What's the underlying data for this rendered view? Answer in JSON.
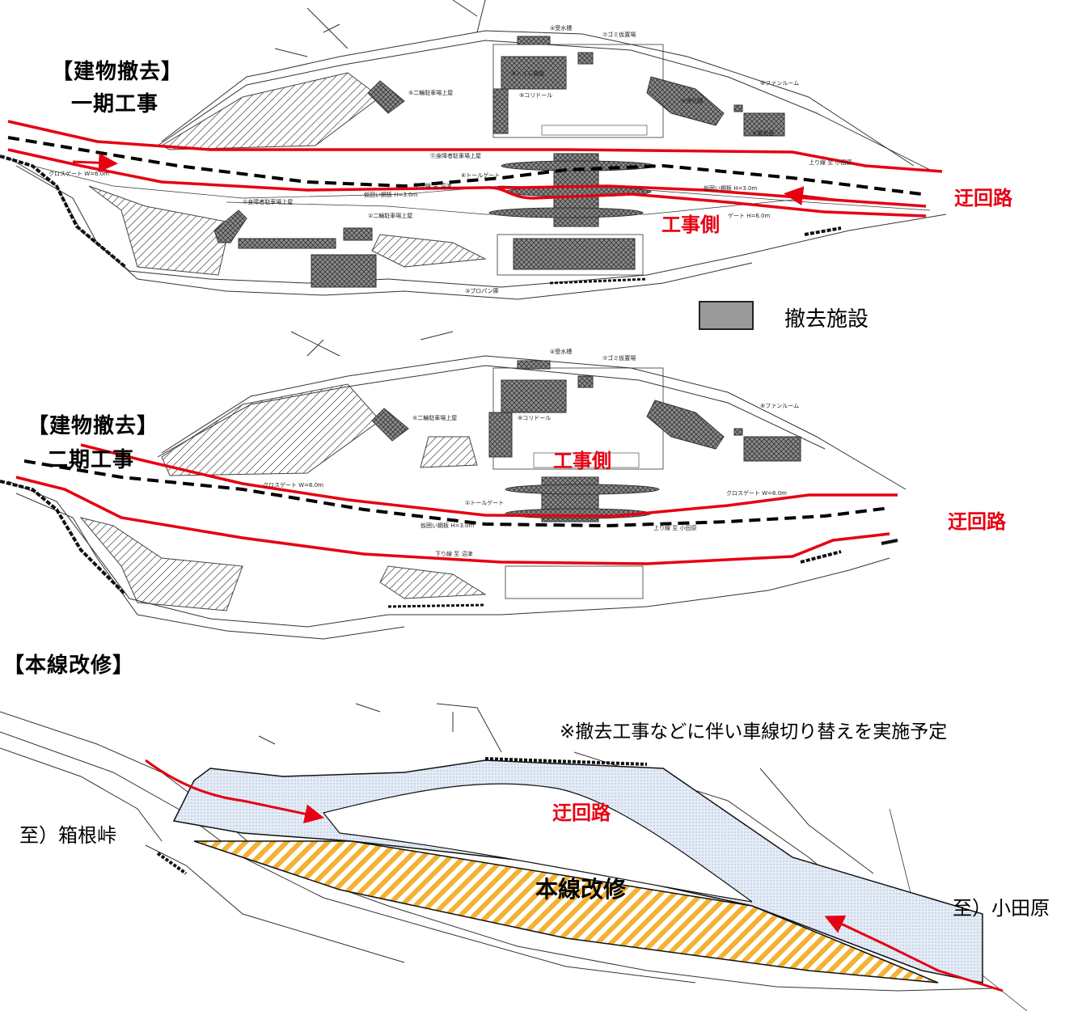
{
  "phase1": {
    "title_line1": "【建物撤去】",
    "title_line2": "一期工事",
    "detour_label": "迂回路",
    "construction_side_label": "工事側"
  },
  "legend": {
    "removed_facility_label": "撤去施設"
  },
  "phase2": {
    "title_line1": "【建物撤去】",
    "title_line2": "二期工事",
    "detour_label": "迂回路",
    "construction_side_label": "工事側"
  },
  "mainline": {
    "title": "【本線改修】",
    "note": "※撤去工事などに伴い車線切り替えを実施予定",
    "to_hakone": "至）箱根峠",
    "to_odawara": "至）小田原",
    "detour_label": "迂回路",
    "renovation_label": "本線改修"
  },
  "drawing_annotations": {
    "p1": [
      "④受水槽",
      "⑦ゴミ仮置場",
      "⑧トイレ施設",
      "⑨コリドール",
      "⑤二輪駐車場上屋",
      "⑩ファンルーム",
      "⑤浄化槽",
      "⑥電気室",
      "⑪身障者駐車場上屋",
      "⑥トールゲート",
      "上り線 至 小田原",
      "仮囲い鋼板 H=3.0m",
      "下り線 至 沼津",
      "仮囲い鋼板 H=3.0m",
      "①身障者駐車場上屋",
      "②二輪駐車場上屋",
      "ゲート H=6.0m",
      "③プロパン庫",
      "クロスゲート W=6.0m"
    ],
    "p2": [
      "④受水槽",
      "⑦ゴミ仮置場",
      "⑤二輪駐車場上屋",
      "⑨コリドール",
      "⑧ファンルーム",
      "クロスゲート W=6.0m",
      "①トールゲート",
      "クロスゲート W=6.0m",
      "仮囲い鋼板 H=3.0m",
      "上り線 至 小田原",
      "下り線 至 沼津"
    ]
  },
  "colors": {
    "route_red": "#e60012",
    "removed_gray": "#9a9a9a",
    "renovation_yellow": "#f2b233",
    "detour_blue": "#dfe8f3"
  }
}
